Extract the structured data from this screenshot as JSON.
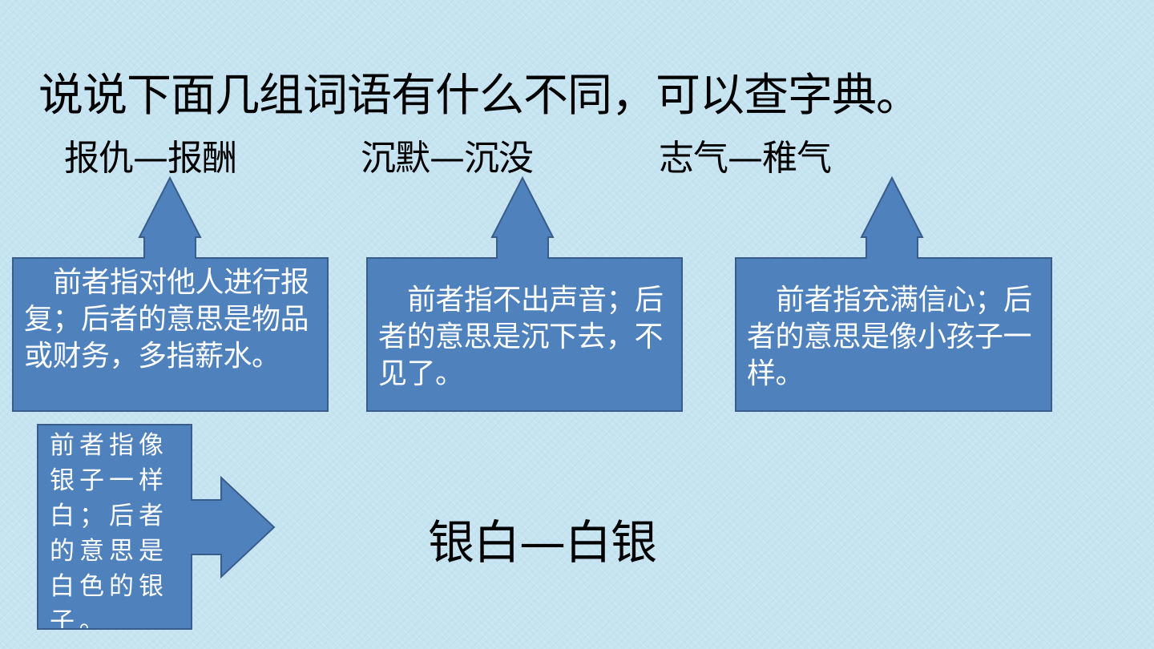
{
  "title": "说说下面几组词语有什么不同，可以查字典。",
  "pairs": [
    {
      "words": "报仇—报酬",
      "explanation": "前者指对他人进行报复；后者的意思是物品或财务，多指薪水。"
    },
    {
      "words": "沉默—沉没",
      "explanation": "前者指不出声音；后者的意思是沉下去，不见了。"
    },
    {
      "words": "志气—稚气",
      "explanation": "前者指充满信心；后者的意思是像小孩子一样。"
    },
    {
      "words": "银白—白银",
      "explanation": "前者指像银子一样白；后者的意思是白色的银子。"
    }
  ],
  "colors": {
    "callout_fill": "#4f81bd",
    "callout_border": "#385d8a",
    "text_on_callout": "#ffffff",
    "background": "#c6e3f1"
  }
}
